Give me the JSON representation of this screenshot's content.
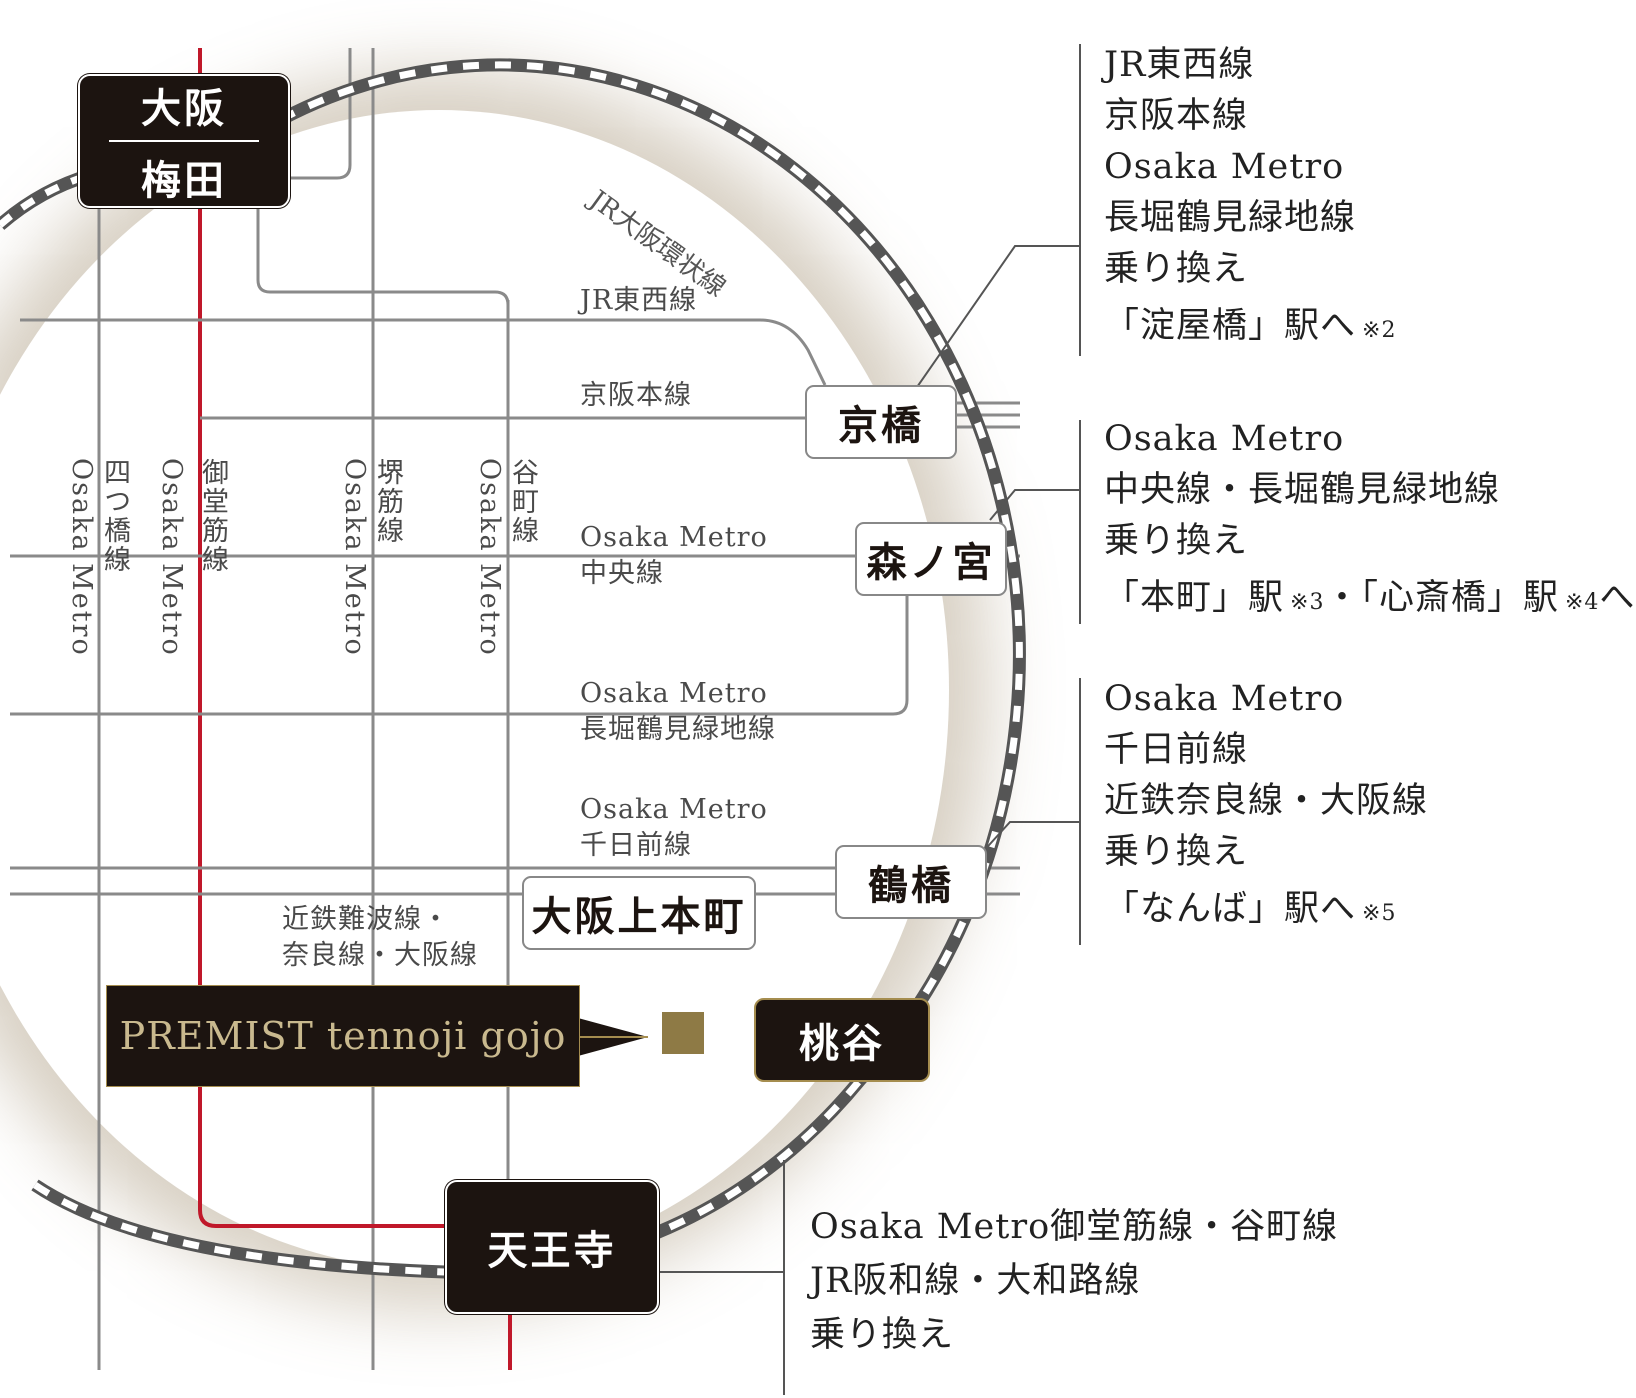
{
  "map": {
    "ring_line_label": "JR大阪環状線",
    "stations": {
      "umeda": [
        "大阪",
        "梅田"
      ],
      "kyobashi": "京橋",
      "morinomiya": "森ノ宮",
      "tsuruhashi": "鶴橋",
      "uehonmachi": "大阪上本町",
      "momodani": "桃谷",
      "tennoji": "天王寺"
    },
    "horizontal_lines": {
      "tozai": "JR東西線",
      "keihan": "京阪本線",
      "chuo": [
        "Osaka Metro",
        "中央線"
      ],
      "nagahori": [
        "Osaka Metro",
        "長堀鶴見緑地線"
      ],
      "sennichimae": [
        "Osaka Metro",
        "千日前線"
      ],
      "kintetsu": [
        "近鉄難波線・",
        "奈良線・大阪線"
      ]
    },
    "vertical_lines": {
      "yotsubashi": [
        "Osaka Metro",
        "四つ橋線"
      ],
      "midosuji": [
        "Osaka Metro",
        "御堂筋線"
      ],
      "sakaisuji": [
        "Osaka Metro",
        "堺筋線"
      ],
      "tanimachi": [
        "Osaka Metro",
        "谷町線"
      ]
    },
    "property_name": "PREMIST tennoji gojo",
    "colors": {
      "dark_box": "#1c1410",
      "gold": "#8e7a45",
      "midosuji_red": "#c0182a",
      "line_gray": "#8a8a8a"
    }
  },
  "info": {
    "kyobashi": {
      "lines": [
        "JR東西線",
        "京阪本線",
        "Osaka Metro",
        "長堀鶴見緑地線",
        "乗り換え"
      ],
      "dest": "「淀屋橋」駅へ",
      "note": "※2"
    },
    "morinomiya": {
      "lines": [
        "Osaka Metro",
        "中央線・長堀鶴見緑地線",
        "乗り換え"
      ],
      "dest_a": "「本町」駅",
      "note_a": "※3",
      "dest_mid": "・「心斎橋」駅",
      "note_b": "※4",
      "dest_end": "へ"
    },
    "tsuruhashi": {
      "lines": [
        "Osaka Metro",
        "千日前線",
        "近鉄奈良線・大阪線",
        "乗り換え"
      ],
      "dest": "「なんば」駅へ",
      "note": "※5"
    },
    "tennoji": {
      "lines": [
        "Osaka Metro御堂筋線・谷町線",
        "JR阪和線・大和路線",
        "乗り換え"
      ]
    }
  }
}
